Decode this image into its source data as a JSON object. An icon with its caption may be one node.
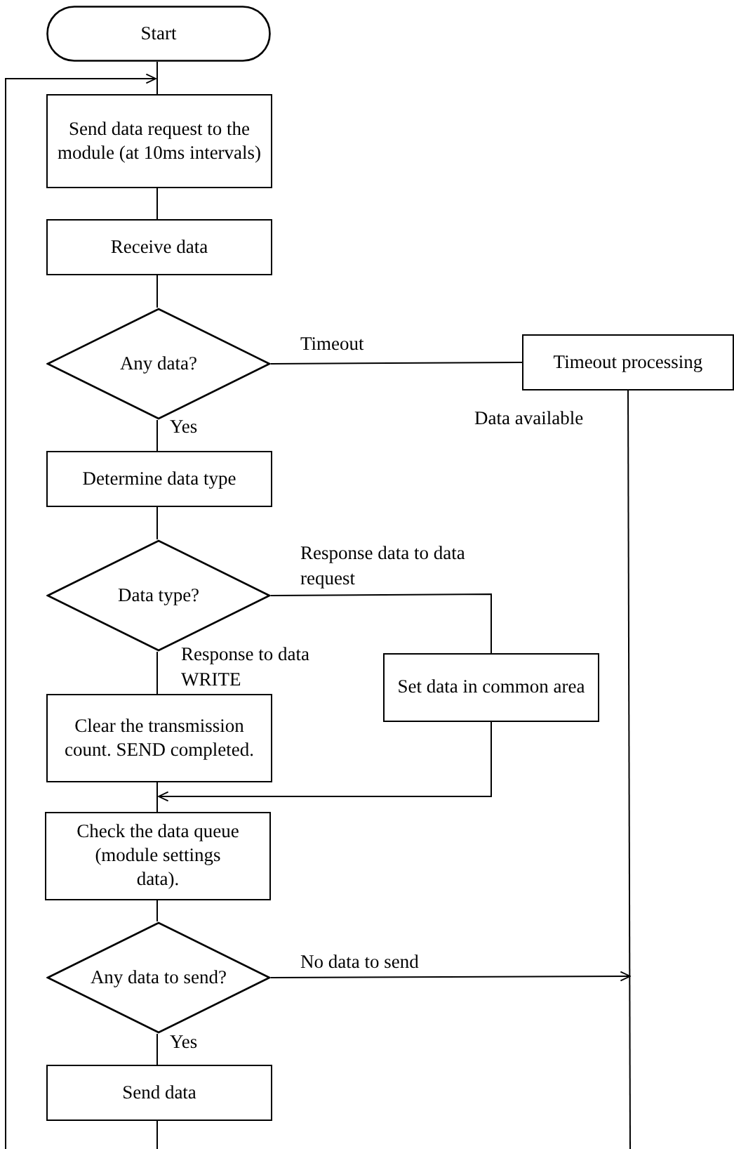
{
  "diagram": {
    "nodes": [
      {
        "text": [
          "Start"
        ]
      },
      {
        "text": [
          "Send data request to the module (at 10ms intervals)"
        ]
      },
      {
        "text": [
          "Receive data"
        ]
      },
      {
        "text": [
          "Any data?"
        ]
      },
      {
        "text": [
          "Timeout processing"
        ]
      },
      {
        "text": [
          "Determine data type"
        ]
      },
      {
        "text": [
          "Data type?"
        ]
      },
      {
        "text": [
          "Clear the transmission count. SEND completed."
        ]
      },
      {
        "text": [
          "Set data in common area"
        ]
      },
      {
        "text": [
          "Check the data queue (module settings data)."
        ]
      },
      {
        "text": [
          "Any data to send?"
        ]
      },
      {
        "text": [
          "Send data"
        ]
      }
    ],
    "edges": [
      {
        "from": 0,
        "to": 1,
        "arrow": "none"
      },
      {
        "from": 1,
        "to": 2,
        "arrow": "none"
      },
      {
        "from": 2,
        "to": 3,
        "arrow": "none"
      },
      {
        "from": 3,
        "to": 4,
        "arrow": "none",
        "label": "Timeout"
      },
      {
        "from": 3,
        "to": 5,
        "arrow": "none",
        "label": "Yes"
      },
      {
        "from": 4,
        "to": null,
        "arrow": "none",
        "label": "Data available"
      },
      {
        "from": 5,
        "to": 6,
        "arrow": "none"
      },
      {
        "from": 6,
        "to": 8,
        "arrow": "none",
        "label": "Response data to data request"
      },
      {
        "from": 6,
        "to": 7,
        "arrow": "none",
        "label": "Response to data WRITE"
      },
      {
        "from": 8,
        "to": 9,
        "arrow": "to"
      },
      {
        "from": 7,
        "to": 9,
        "arrow": "none"
      },
      {
        "from": 9,
        "to": 10,
        "arrow": "none"
      },
      {
        "from": 10,
        "to": 11,
        "arrow": "none",
        "label": "Yes"
      },
      {
        "from": 10,
        "to": null,
        "arrow": "to",
        "label": "No data to send"
      },
      {
        "from": 11,
        "to": null,
        "arrow": "none"
      },
      {
        "from": null,
        "to": 1,
        "arrow": "to"
      }
    ]
  }
}
